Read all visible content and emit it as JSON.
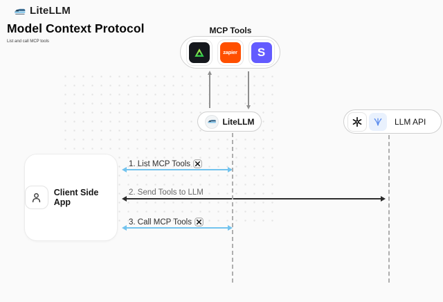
{
  "header": {
    "brand": "LiteLLM",
    "title": "Model Context Protocol",
    "subtitle": "List and call MCP tools"
  },
  "mcp_tools": {
    "label": "MCP Tools",
    "tools": [
      {
        "name": "green-triangle-tool",
        "bg": "#15181d",
        "triangle_colors": [
          "#e9f94b",
          "#2fd14e"
        ]
      },
      {
        "name": "zapier",
        "label": "zapier",
        "bg": "#FF4F00"
      },
      {
        "name": "stripe",
        "label": "S",
        "bg": "#635BFF"
      }
    ]
  },
  "nodes": {
    "litellm": {
      "label": "LiteLLM"
    },
    "llm_api": {
      "label": "LLM API"
    },
    "client": {
      "label": "Client Side App"
    }
  },
  "messages": [
    {
      "label": "1. List MCP Tools",
      "has_tool_icon": true,
      "arrow_color": "#72c3ee"
    },
    {
      "label": "2. Send Tools to LLM",
      "has_tool_icon": false,
      "arrow_color": "#2b2b2b"
    },
    {
      "label": "3. Call MCP Tools",
      "has_tool_icon": true,
      "arrow_color": "#72c3ee"
    }
  ],
  "colors": {
    "background": "#fafafa",
    "dot_grid": "#e3e3e3",
    "arrow_blue": "#72c3ee",
    "arrow_dark": "#2b2b2b",
    "lifeline_gray": "#aeaeae",
    "zapier_orange": "#FF4F00",
    "stripe_purple": "#635BFF",
    "openai_black": "#111111",
    "provider_blue": "#5b8cee"
  }
}
